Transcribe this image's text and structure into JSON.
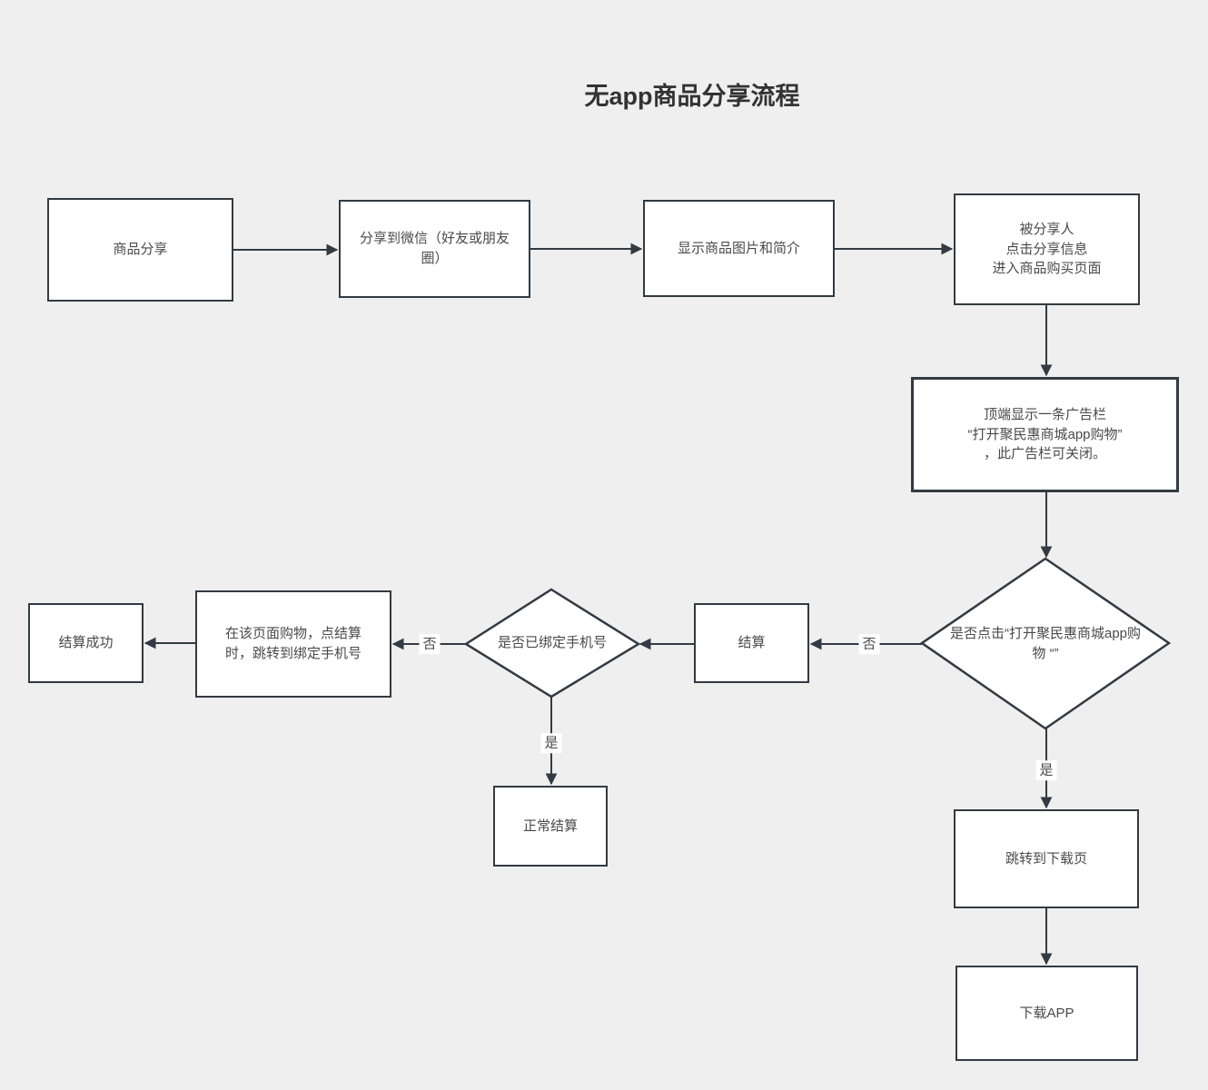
{
  "title": "无app商品分享流程",
  "colors": {
    "background": "#efefef",
    "node_fill": "#ffffff",
    "stroke": "#333a42",
    "text": "#4a4a4a"
  },
  "nodes": {
    "share": {
      "label": "商品分享"
    },
    "wechat": {
      "label": "分享到微信（好友或朋友\n圈）"
    },
    "display": {
      "label": "显示商品图片和简介"
    },
    "enter": {
      "label": "被分享人\n点击分享信息\n进入商品购买页面"
    },
    "adbar": {
      "label": "顶端显示一条广告栏\n“打开聚民惠商城app购物”\n，此广告栏可关闭。"
    },
    "decide_click": {
      "label": "是否点击“打开聚民惠商城app购\n物 “”"
    },
    "settle": {
      "label": "结算"
    },
    "decide_bound": {
      "label": "是否已绑定手机号"
    },
    "bind": {
      "label": "在该页面购物，点结算\n时，跳转到绑定手机号"
    },
    "success": {
      "label": "结算成功"
    },
    "normal": {
      "label": "正常结算"
    },
    "download_page": {
      "label": "跳转到下载页"
    },
    "download_app": {
      "label": "下载APP"
    }
  },
  "edge_labels": {
    "no_click": "否",
    "no_bound": "否",
    "yes_bound": "是",
    "yes_click": "是"
  }
}
